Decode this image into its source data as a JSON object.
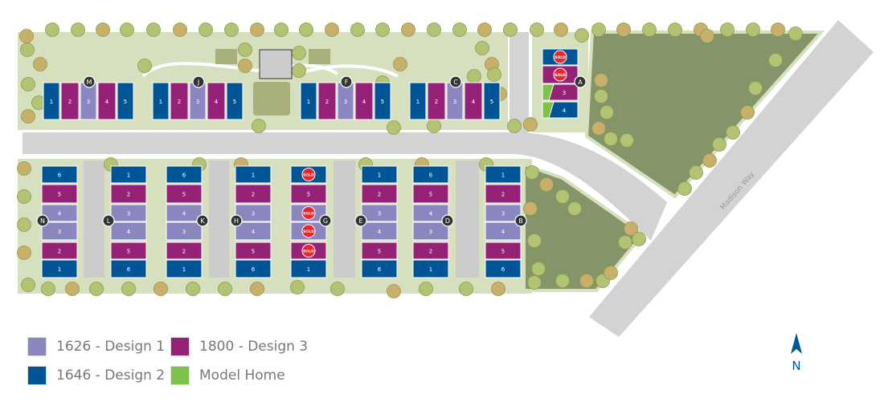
{
  "colors": {
    "design1": "#8a87c0",
    "design2": "#005596",
    "design3": "#952277",
    "model": "#7dc24b",
    "sold": "#e8262b",
    "park": "#d6dfbe",
    "openspace": "#849569",
    "road": "#d3d3d3",
    "marker": "#333333"
  },
  "sold_label": "SOLD",
  "street": "Madison Way",
  "north_label": "N",
  "legend": [
    {
      "key": "design1",
      "label": "1626 - Design 1"
    },
    {
      "key": "design3",
      "label": "1800 - Design 3"
    },
    {
      "key": "design2",
      "label": "1646 - Design 2"
    },
    {
      "key": "model",
      "label": "Model Home"
    }
  ],
  "buildings": [
    {
      "id": "M",
      "lots": [
        {
          "n": "1",
          "d": "design2"
        },
        {
          "n": "2",
          "d": "design3"
        },
        {
          "n": "3",
          "d": "design1"
        },
        {
          "n": "4",
          "d": "design3"
        },
        {
          "n": "5",
          "d": "design2"
        }
      ]
    },
    {
      "id": "J",
      "lots": [
        {
          "n": "1",
          "d": "design2"
        },
        {
          "n": "2",
          "d": "design3"
        },
        {
          "n": "3",
          "d": "design1"
        },
        {
          "n": "4",
          "d": "design3"
        },
        {
          "n": "5",
          "d": "design2"
        }
      ]
    },
    {
      "id": "F",
      "lots": [
        {
          "n": "1",
          "d": "design2"
        },
        {
          "n": "2",
          "d": "design3"
        },
        {
          "n": "3",
          "d": "design1"
        },
        {
          "n": "4",
          "d": "design3"
        },
        {
          "n": "5",
          "d": "design2"
        }
      ]
    },
    {
      "id": "C",
      "lots": [
        {
          "n": "1",
          "d": "design2"
        },
        {
          "n": "2",
          "d": "design3"
        },
        {
          "n": "3",
          "d": "design1"
        },
        {
          "n": "4",
          "d": "design3"
        },
        {
          "n": "5",
          "d": "design2"
        }
      ]
    },
    {
      "id": "A",
      "lots": [
        {
          "n": "",
          "d": "design2",
          "sold": true
        },
        {
          "n": "",
          "d": "design3",
          "sold": true
        },
        {
          "n": "3",
          "d": "design3",
          "model": true
        },
        {
          "n": "4",
          "d": "design2",
          "model": true
        }
      ]
    },
    {
      "id": "N",
      "lots": [
        {
          "n": "6",
          "d": "design2"
        },
        {
          "n": "5",
          "d": "design3"
        },
        {
          "n": "4",
          "d": "design1"
        },
        {
          "n": "3",
          "d": "design1"
        },
        {
          "n": "2",
          "d": "design3"
        },
        {
          "n": "1",
          "d": "design2"
        }
      ]
    },
    {
      "id": "L",
      "lots": [
        {
          "n": "1",
          "d": "design2"
        },
        {
          "n": "2",
          "d": "design3"
        },
        {
          "n": "3",
          "d": "design1"
        },
        {
          "n": "4",
          "d": "design1"
        },
        {
          "n": "5",
          "d": "design3"
        },
        {
          "n": "6",
          "d": "design2"
        }
      ]
    },
    {
      "id": "K",
      "lots": [
        {
          "n": "6",
          "d": "design2"
        },
        {
          "n": "5",
          "d": "design3"
        },
        {
          "n": "4",
          "d": "design1"
        },
        {
          "n": "3",
          "d": "design1"
        },
        {
          "n": "2",
          "d": "design3"
        },
        {
          "n": "1",
          "d": "design2"
        }
      ]
    },
    {
      "id": "H",
      "lots": [
        {
          "n": "1",
          "d": "design2"
        },
        {
          "n": "2",
          "d": "design3"
        },
        {
          "n": "3",
          "d": "design1"
        },
        {
          "n": "4",
          "d": "design1"
        },
        {
          "n": "5",
          "d": "design3"
        },
        {
          "n": "6",
          "d": "design2"
        }
      ]
    },
    {
      "id": "G",
      "lots": [
        {
          "n": "",
          "d": "design2",
          "sold": true
        },
        {
          "n": "5",
          "d": "design3"
        },
        {
          "n": "",
          "d": "design1",
          "sold": true
        },
        {
          "n": "",
          "d": "design1",
          "sold": true
        },
        {
          "n": "",
          "d": "design3",
          "sold": true
        },
        {
          "n": "1",
          "d": "design2"
        }
      ]
    },
    {
      "id": "E",
      "lots": [
        {
          "n": "1",
          "d": "design2"
        },
        {
          "n": "2",
          "d": "design3"
        },
        {
          "n": "3",
          "d": "design1"
        },
        {
          "n": "4",
          "d": "design1"
        },
        {
          "n": "5",
          "d": "design3"
        },
        {
          "n": "6",
          "d": "design2"
        }
      ]
    },
    {
      "id": "D",
      "lots": [
        {
          "n": "6",
          "d": "design2"
        },
        {
          "n": "5",
          "d": "design3"
        },
        {
          "n": "4",
          "d": "design1"
        },
        {
          "n": "3",
          "d": "design1"
        },
        {
          "n": "2",
          "d": "design3"
        },
        {
          "n": "1",
          "d": "design2"
        }
      ]
    },
    {
      "id": "B",
      "lots": [
        {
          "n": "1",
          "d": "design2"
        },
        {
          "n": "2",
          "d": "design3"
        },
        {
          "n": "3",
          "d": "design1"
        },
        {
          "n": "4",
          "d": "design1"
        },
        {
          "n": "5",
          "d": "design3"
        },
        {
          "n": "6",
          "d": "design2"
        }
      ]
    }
  ]
}
